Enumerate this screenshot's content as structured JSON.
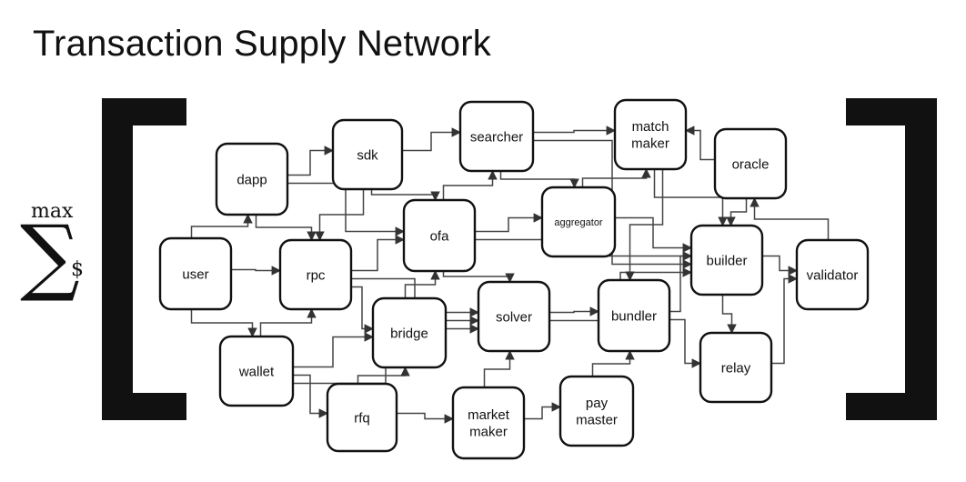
{
  "title": "Transaction Supply Network",
  "objective": {
    "upper": "max",
    "symbol": "∑",
    "subscript": "$"
  },
  "nodes": [
    {
      "id": "user",
      "lines": [
        "user"
      ]
    },
    {
      "id": "dapp",
      "lines": [
        "dapp"
      ]
    },
    {
      "id": "sdk",
      "lines": [
        "sdk"
      ]
    },
    {
      "id": "rpc",
      "lines": [
        "rpc"
      ]
    },
    {
      "id": "wallet",
      "lines": [
        "wallet"
      ]
    },
    {
      "id": "rfq",
      "lines": [
        "rfq"
      ]
    },
    {
      "id": "bridge",
      "lines": [
        "bridge"
      ]
    },
    {
      "id": "ofa",
      "lines": [
        "ofa"
      ]
    },
    {
      "id": "searcher",
      "lines": [
        "searcher"
      ]
    },
    {
      "id": "solver",
      "lines": [
        "solver"
      ]
    },
    {
      "id": "market-maker",
      "lines": [
        "market",
        "maker"
      ]
    },
    {
      "id": "aggregator",
      "lines": [
        "aggregator"
      ]
    },
    {
      "id": "match-maker",
      "lines": [
        "match",
        "maker"
      ]
    },
    {
      "id": "pay-master",
      "lines": [
        "pay",
        "master"
      ]
    },
    {
      "id": "bundler",
      "lines": [
        "bundler"
      ]
    },
    {
      "id": "oracle",
      "lines": [
        "oracle"
      ]
    },
    {
      "id": "builder",
      "lines": [
        "builder"
      ]
    },
    {
      "id": "relay",
      "lines": [
        "relay"
      ]
    },
    {
      "id": "validator",
      "lines": [
        "validator"
      ]
    }
  ],
  "edges": [
    [
      "user",
      "dapp"
    ],
    [
      "user",
      "rpc"
    ],
    [
      "user",
      "wallet"
    ],
    [
      "dapp",
      "sdk"
    ],
    [
      "dapp",
      "rpc"
    ],
    [
      "dapp",
      "ofa"
    ],
    [
      "sdk",
      "searcher"
    ],
    [
      "sdk",
      "rpc"
    ],
    [
      "sdk",
      "ofa"
    ],
    [
      "rpc",
      "ofa"
    ],
    [
      "rpc",
      "solver"
    ],
    [
      "rpc",
      "bridge"
    ],
    [
      "wallet",
      "rpc"
    ],
    [
      "wallet",
      "bridge"
    ],
    [
      "wallet",
      "rfq"
    ],
    [
      "wallet",
      "solver"
    ],
    [
      "rfq",
      "bridge"
    ],
    [
      "rfq",
      "market-maker"
    ],
    [
      "bridge",
      "solver"
    ],
    [
      "bridge",
      "ofa"
    ],
    [
      "ofa",
      "searcher"
    ],
    [
      "ofa",
      "aggregator"
    ],
    [
      "ofa",
      "solver"
    ],
    [
      "ofa",
      "builder"
    ],
    [
      "searcher",
      "match-maker"
    ],
    [
      "searcher",
      "aggregator"
    ],
    [
      "searcher",
      "builder"
    ],
    [
      "solver",
      "bundler"
    ],
    [
      "solver",
      "builder"
    ],
    [
      "market-maker",
      "solver"
    ],
    [
      "market-maker",
      "pay-master"
    ],
    [
      "aggregator",
      "match-maker"
    ],
    [
      "aggregator",
      "builder"
    ],
    [
      "match-maker",
      "builder"
    ],
    [
      "match-maker",
      "bundler"
    ],
    [
      "pay-master",
      "bundler"
    ],
    [
      "bundler",
      "builder"
    ],
    [
      "bundler",
      "relay"
    ],
    [
      "oracle",
      "match-maker"
    ],
    [
      "oracle",
      "builder"
    ],
    [
      "builder",
      "validator"
    ],
    [
      "builder",
      "relay"
    ],
    [
      "relay",
      "validator"
    ],
    [
      "validator",
      "oracle"
    ]
  ]
}
